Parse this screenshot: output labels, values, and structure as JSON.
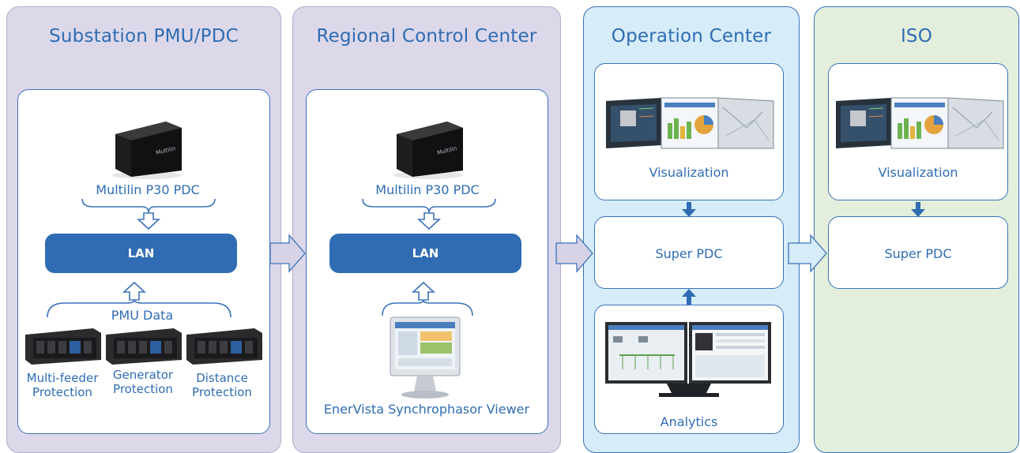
{
  "columns": {
    "substation": {
      "title": "Substation PMU/PDC"
    },
    "regional": {
      "title": "Regional Control Center"
    },
    "operation": {
      "title": "Operation Center"
    },
    "iso": {
      "title": "ISO"
    }
  },
  "substation": {
    "pdc_label": "Multilin P30 PDC",
    "lan_label": "LAN",
    "pmu_data_label": "PMU Data",
    "devices": [
      {
        "label_line1": "Multi-feeder",
        "label_line2": "Protection"
      },
      {
        "label_line1": "Generator",
        "label_line2": "Protection"
      },
      {
        "label_line1": "Distance",
        "label_line2": "Protection"
      }
    ]
  },
  "regional": {
    "pdc_label": "Multilin P30 PDC",
    "lan_label": "LAN",
    "viewer_label": "EnerVista Synchrophasor Viewer"
  },
  "operation": {
    "visualization_label": "Visualization",
    "super_pdc_label": "Super PDC",
    "analytics_label": "Analytics"
  },
  "iso": {
    "visualization_label": "Visualization",
    "super_pdc_label": "Super PDC"
  },
  "colors": {
    "accent_blue": "#2f6cb3",
    "purple_bg": "#dcd8ea",
    "light_blue_bg": "#d6ecf8",
    "light_green_bg": "#e3efdc",
    "arrow_fill": "#d6d3e6"
  }
}
